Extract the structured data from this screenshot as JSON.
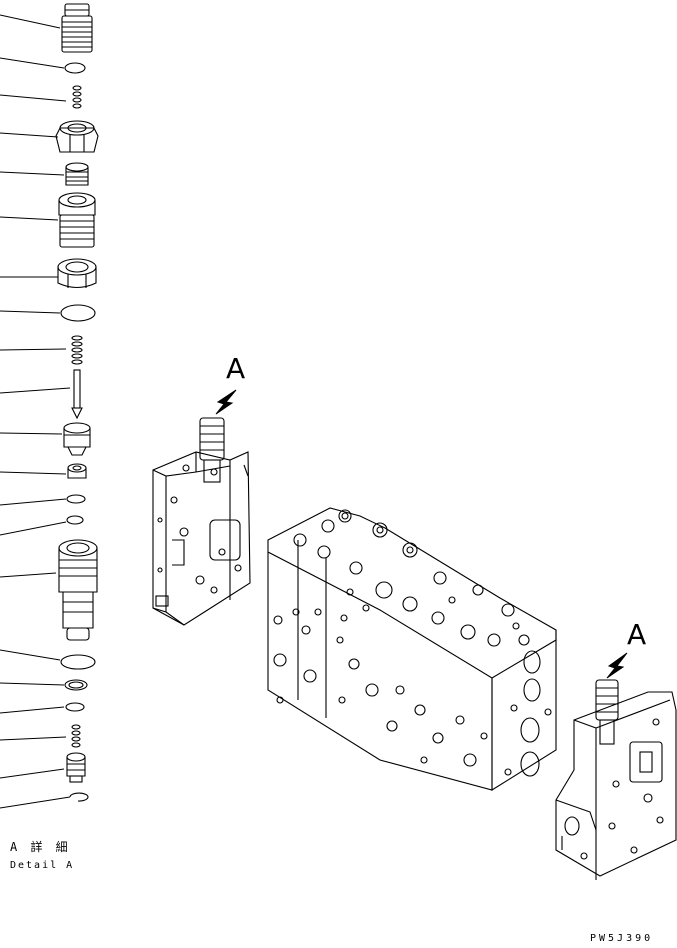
{
  "callouts": {
    "arrow_label_top": "A",
    "arrow_label_right": "A"
  },
  "detail_caption": {
    "japanese": "A 詳 細",
    "english": "Detail A"
  },
  "drawing_code": "PW5J390",
  "icons": [
    "leader-line",
    "arrow-indicator",
    "exploded-part",
    "valve-body"
  ]
}
